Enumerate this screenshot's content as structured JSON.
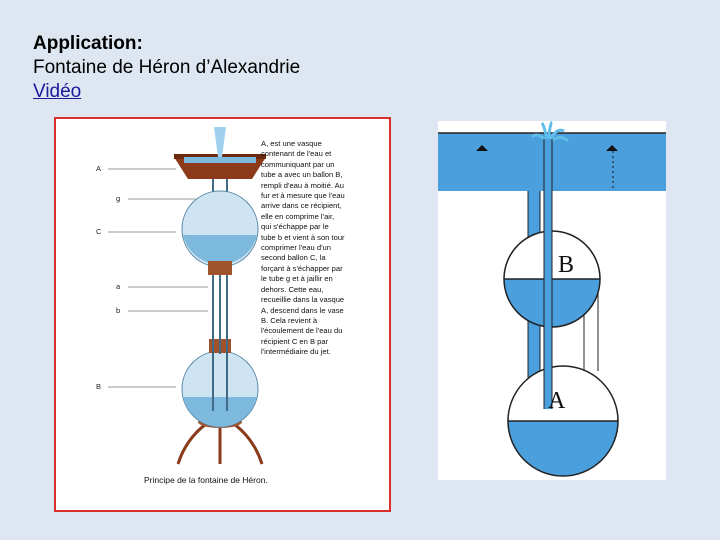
{
  "heading": {
    "title": "Application:",
    "subtitle": "Fontaine de Héron d’Alexandrie",
    "link": "Vidéo"
  },
  "left_figure": {
    "description": "A, est une vasque contenant de l'eau et communiquant par un tube a avec un ballon B, rempli d'eau à moitié. Au fur et à mesure que l'eau arrive dans ce récipient, elle en comprime l'air, qui s'échappe par le tube b et vient à son tour comprimer l'eau d'un second ballon C, la forçant à s'échapper par le tube g et à jaillir en dehors. Cette eau, recueillie dans la vasque A, descend dans le vase B. Cela revient à l'écoulement de l'eau du récipient C en B par l'intermédiaire du jet.",
    "caption": "Principe de la fontaine de Héron.",
    "labels": {
      "A": "A",
      "g": "g",
      "C": "C",
      "a": "a",
      "b": "b",
      "B": "B"
    }
  },
  "right_figure": {
    "label_b": "B",
    "label_a": "A"
  },
  "colors": {
    "water": "#4a9fdc",
    "frame": "#d9302a",
    "copper": "#a0522d"
  }
}
